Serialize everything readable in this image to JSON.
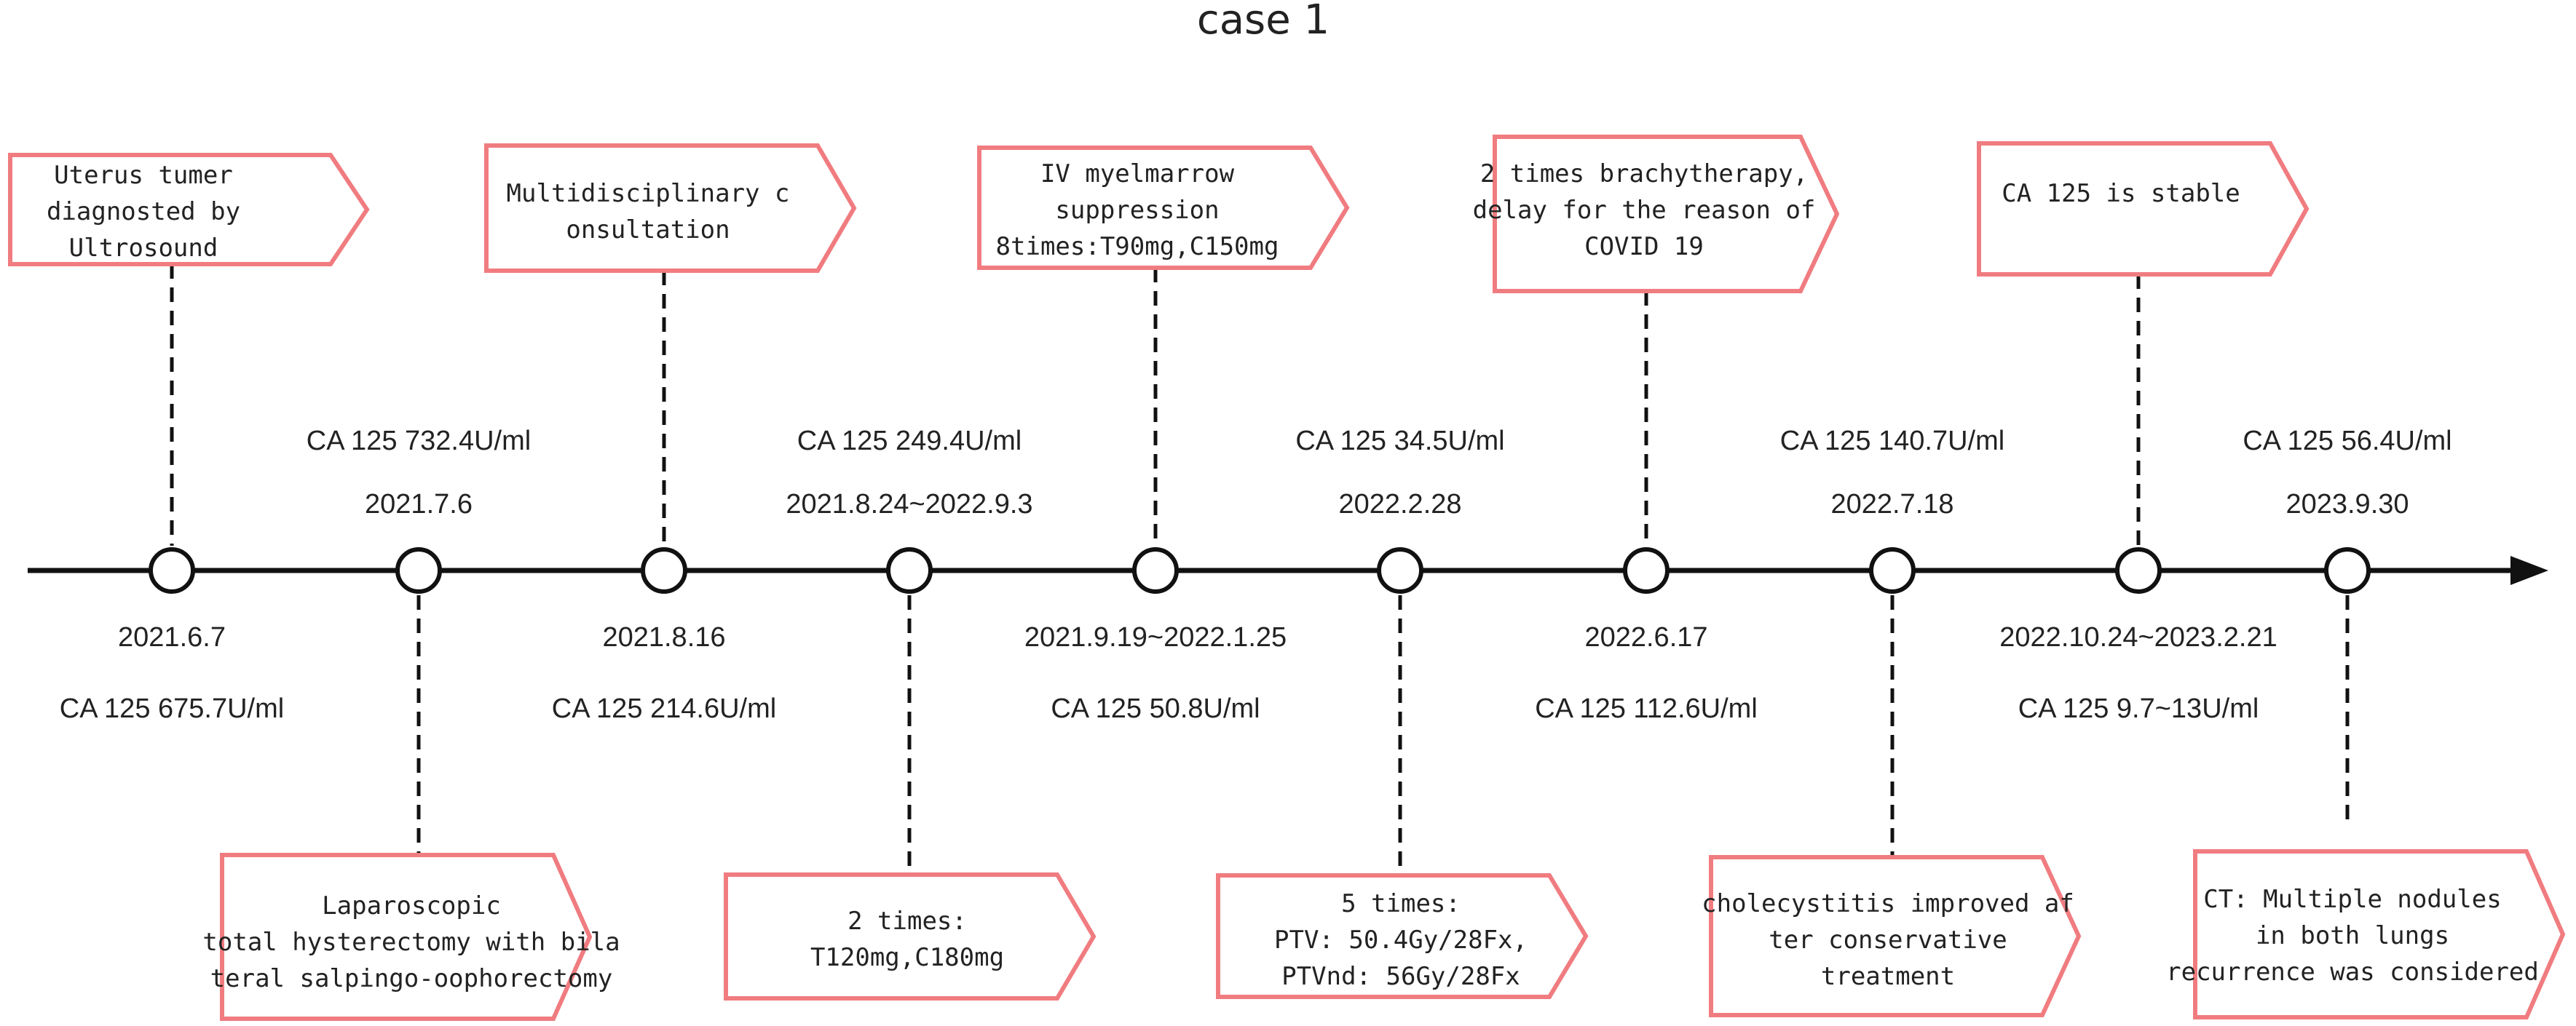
{
  "title": "case 1",
  "colors": {
    "box_border": "#f07c80",
    "line": "#111111",
    "text": "#222222"
  },
  "events": [
    {
      "date": "2021.6.7",
      "ca125": "CA 125 675.7U/ml",
      "label_side": "below",
      "box_side": "top",
      "box_lines": [
        "Uterus tumer",
        "diagnosted by",
        "Ultrosound"
      ]
    },
    {
      "date": "2021.7.6",
      "ca125": "CA 125 732.4U/ml",
      "label_side": "above",
      "box_side": "bottom",
      "box_lines": [
        "Laparoscopic",
        "total hysterectomy with bila",
        "teral salpingo-oophorectomy"
      ]
    },
    {
      "date": "2021.8.16",
      "ca125": "CA 125 214.6U/ml",
      "label_side": "below",
      "box_side": "top",
      "box_lines": [
        "Multidisciplinary c",
        "onsultation"
      ]
    },
    {
      "date": "2021.8.24~2022.9.3",
      "ca125": "CA 125 249.4U/ml",
      "label_side": "above",
      "box_side": "bottom",
      "box_lines": [
        "2 times:",
        "T120mg,C180mg"
      ]
    },
    {
      "date": "2021.9.19~2022.1.25",
      "ca125": "CA 125 50.8U/ml",
      "label_side": "below",
      "box_side": "top",
      "box_lines": [
        "IV myelmarrow",
        "suppression",
        "8times:T90mg,C150mg"
      ]
    },
    {
      "date": "2022.2.28",
      "ca125": "CA 125 34.5U/ml",
      "label_side": "above",
      "box_side": "bottom",
      "box_lines": [
        "5 times:",
        "PTV: 50.4Gy/28Fx,",
        "PTVnd: 56Gy/28Fx"
      ]
    },
    {
      "date": "2022.6.17",
      "ca125": "CA 125 112.6U/ml",
      "label_side": "below",
      "box_side": "top",
      "box_lines": [
        "2 times brachytherapy,",
        "delay for the reason of",
        "COVID 19"
      ]
    },
    {
      "date": "2022.7.18",
      "ca125": "CA 125 140.7U/ml",
      "label_side": "above",
      "box_side": "bottom",
      "box_lines": [
        "cholecystitis improved af",
        "ter conservative",
        "treatment"
      ]
    },
    {
      "date": "2022.10.24~2023.2.21",
      "ca125": "CA 125 9.7~13U/ml",
      "label_side": "below",
      "box_side": "top",
      "box_lines": [
        "CA 125 is stable"
      ]
    },
    {
      "date": "2023.9.30",
      "ca125": "CA 125 56.4U/ml",
      "label_side": "above",
      "box_side": "bottom",
      "box_lines": [
        "CT: Multiple nodules",
        "in both lungs",
        "recurrence was considered"
      ]
    }
  ]
}
